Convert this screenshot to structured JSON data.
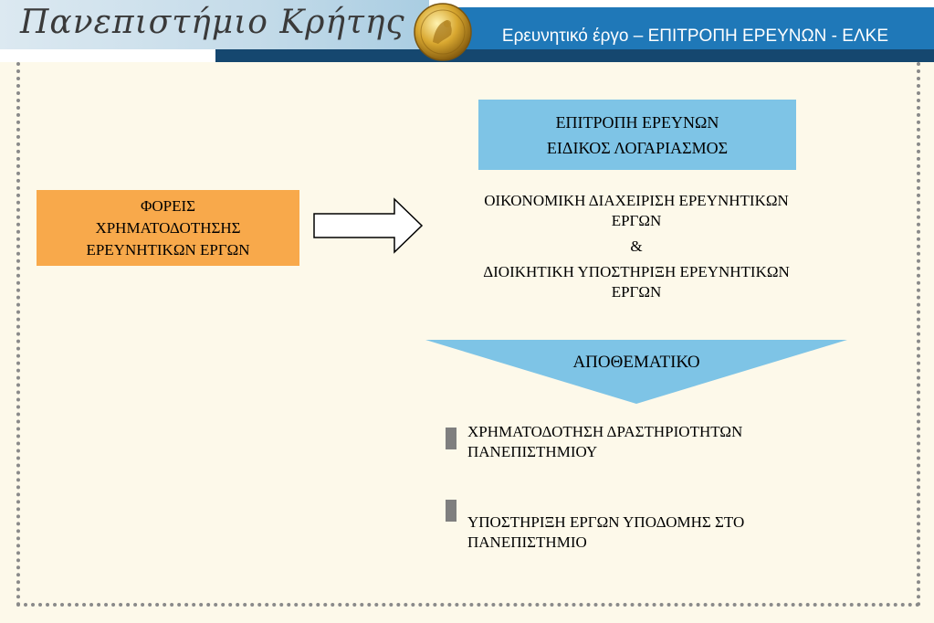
{
  "header": {
    "logo_text": "Πανεπιστήμιο Κρήτης",
    "title": "Ερευνητικό έργο – ΕΠΙΤΡΟΠΗ ΕΡΕΥΝΩΝ - ΕΛΚΕ"
  },
  "diagram": {
    "committee_box": {
      "line1": "ΕΠΙΤΡΟΠΗ ΕΡΕΥΝΩΝ",
      "line2": "ΕΙΔΙΚΟΣ ΛΟΓΑΡΙΑΣΜΟΣ"
    },
    "funders_box": {
      "line1": "ΦΟΡΕΙΣ",
      "line2": "ΧΡΗΜΑΤΟΔΟΤΗΣΗΣ",
      "line3": "ΕΡΕΥΝΗΤΙΚΩΝ ΕΡΓΩΝ"
    },
    "management_text": {
      "line1": "ΟΙΚΟΝΟΜΙΚΗ ΔΙΑΧΕΙΡΙΣΗ ΕΡΕΥΝΗΤΙΚΩΝ",
      "line2": "ΕΡΓΩΝ",
      "line3": "&",
      "line4": "ΔΙΟΙΚΗΤΙΚΗ ΥΠΟΣΤΗΡΙΞΗ ΕΡΕΥΝΗΤΙΚΩΝ",
      "line5": "ΕΡΓΩΝ"
    },
    "reserve_label": "ΑΠΟΘΕΜΑΤΙΚΟ",
    "bullets": [
      {
        "line1": "ΧΡΗΜΑΤΟΔΟΤΗΣΗ ΔΡΑΣΤΗΡΙΟΤΗΤΩΝ",
        "line2": "ΠΑΝΕΠΙΣΤΗΜΙΟΥ"
      },
      {
        "line1": "ΥΠΟΣΤΗΡΙΞΗ ΕΡΓΩΝ ΥΠΟΔΟΜΗΣ ΣΤΟ",
        "line2": "ΠΑΝΕΠΙΣΤΗΜΙΟ"
      }
    ]
  },
  "colors": {
    "committee_box": "#7ec4e6",
    "funders_box": "#f8a94b",
    "reserve_triangle": "#7ec4e6",
    "header_bar": "#1f78b8",
    "bullet": "#7f7f7f"
  },
  "icons": {
    "seal": "university-seal-icon",
    "arrow": "right-arrow-icon",
    "bullet": "square-bullet-icon"
  }
}
